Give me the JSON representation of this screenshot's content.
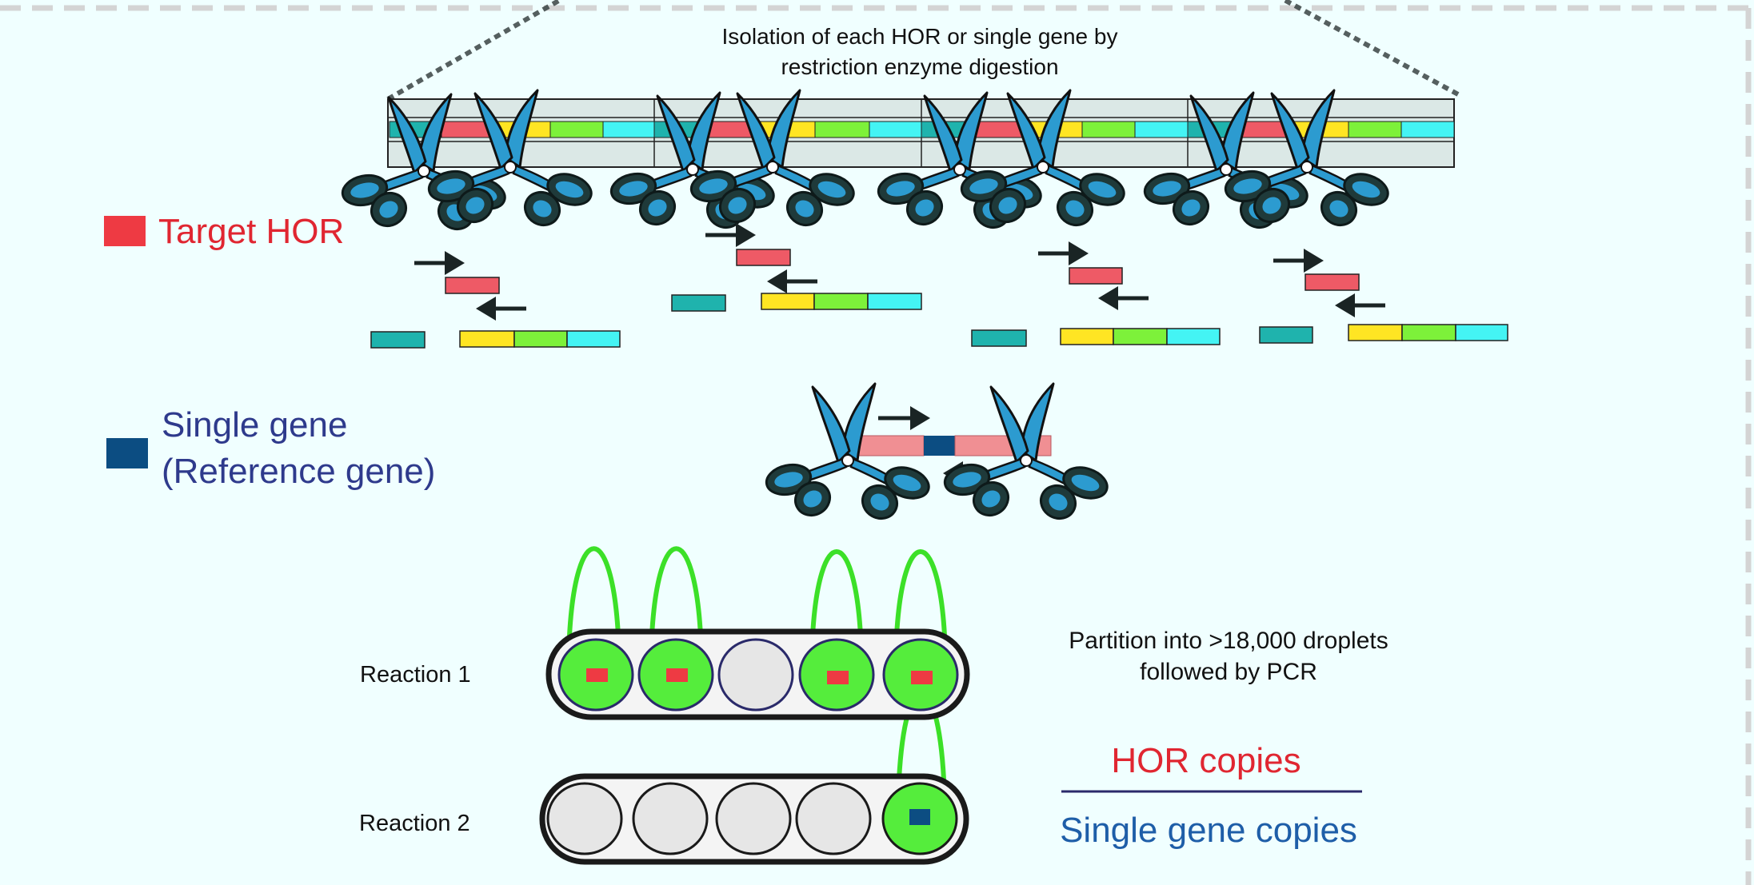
{
  "header": {
    "line1": "Isolation of each HOR or single gene by",
    "line2": "restriction enzyme digestion"
  },
  "legend": {
    "target_label": "Target HOR",
    "single_line1": "Single gene",
    "single_line2": "(Reference gene)"
  },
  "reactions": {
    "r1_label": "Reaction 1",
    "r2_label": "Reaction 2",
    "partition_line1": "Partition into >18,000 droplets",
    "partition_line2": "followed by PCR"
  },
  "ratio": {
    "numerator": "HOR copies",
    "denominator": "Single gene copies"
  },
  "colors": {
    "background": "#f0ffff",
    "target_red": "#ee3a43",
    "segment_pink": "#ee5a66",
    "segment_teal": "#1fb3ad",
    "segment_yellow": "#ffe523",
    "segment_green": "#7df13a",
    "segment_cyan": "#44f4f4",
    "reference_blue": "#0c4d82",
    "reference_text": "#2e3a8c",
    "droplet_positive": "#55ed3c",
    "droplet_negative": "#e6e6e6",
    "scissor_blue": "#2c9bd0",
    "ratio_blue": "#1e5ea8"
  }
}
